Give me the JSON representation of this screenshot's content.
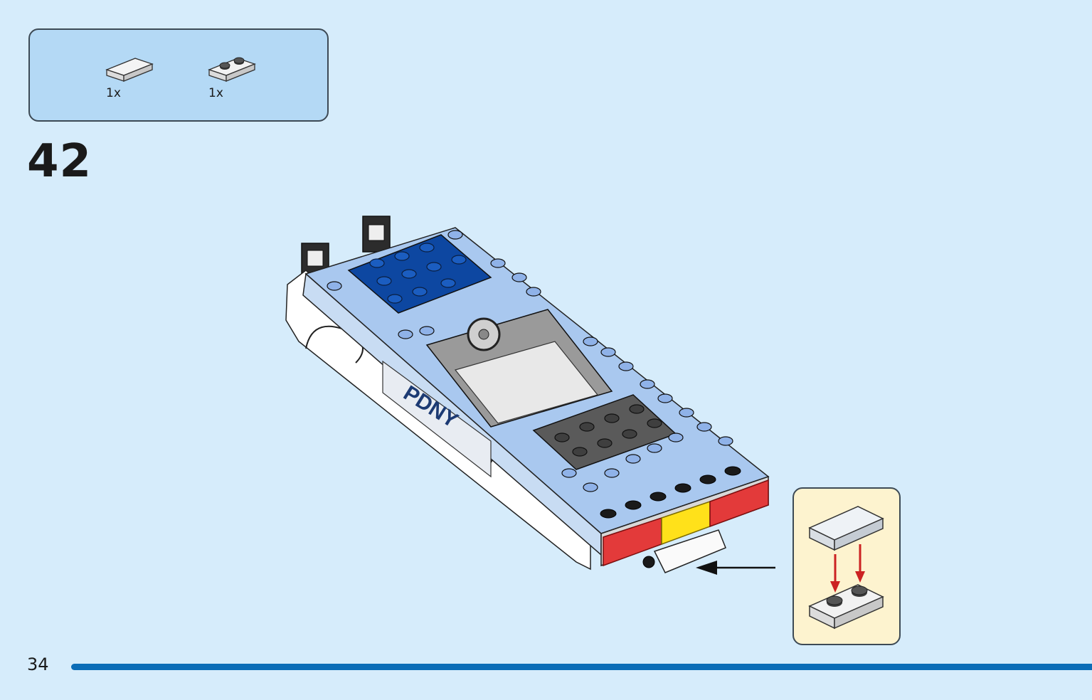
{
  "parts_list": {
    "items": [
      {
        "icon": "tile-1x2-white-icon",
        "qty": "1x"
      },
      {
        "icon": "plate-1x2-white-icon",
        "qty": "1x"
      }
    ]
  },
  "step": {
    "number": "42"
  },
  "model": {
    "hood_text": "PDNY"
  },
  "page": {
    "number": "34"
  },
  "colors": {
    "background": "#d6ecfb",
    "parts_box": "#b4d9f5",
    "callout_box": "#fdf3cf",
    "page_bar": "#0b6db7",
    "arrow": "#cc2222"
  }
}
